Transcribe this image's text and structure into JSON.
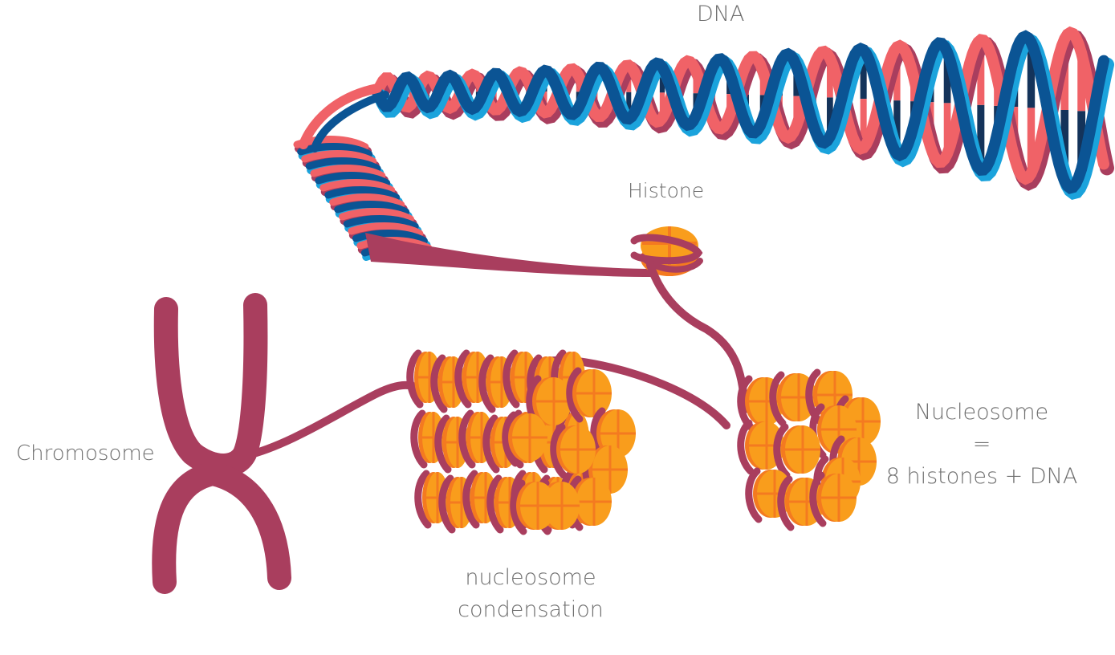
{
  "labels": {
    "dna": "DNA",
    "histone": "Histone",
    "chromosome": "Chromosome",
    "nucleosome_title": "Nucleosome",
    "nucleosome_equals": "=",
    "nucleosome_def": "8 histones + DNA",
    "condensation_line1": "nucleosome",
    "condensation_line2": "condensation"
  },
  "colors": {
    "strand_dark_blue": "#0b5494",
    "strand_light_blue": "#1ba3dc",
    "strand_coral": "#f06267",
    "strand_maroon": "#a93e5e",
    "base_navy": "#14335a",
    "histone_orange": "#f99d1c",
    "histone_dark_orange": "#f47a20",
    "label_gray": "#6e6e6e"
  }
}
